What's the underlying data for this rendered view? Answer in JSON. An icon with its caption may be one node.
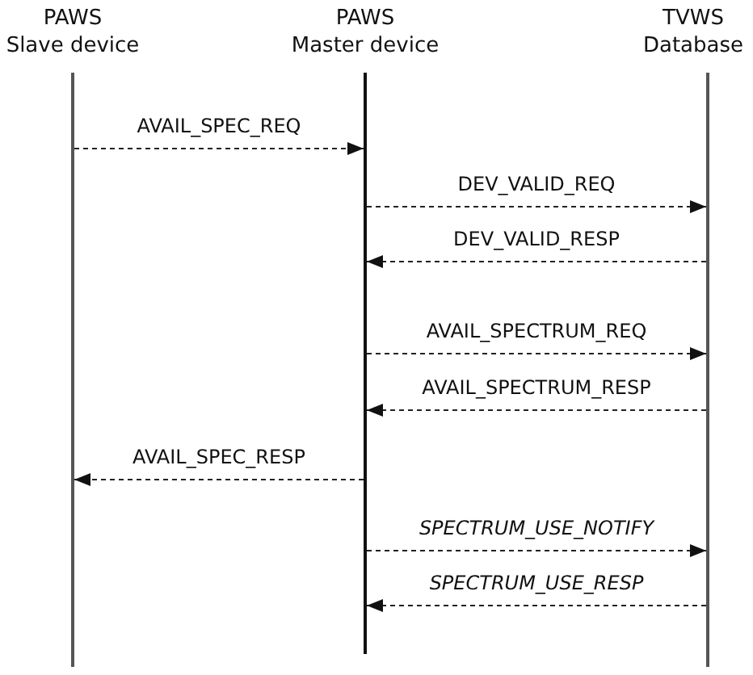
{
  "diagram": {
    "nodes": [
      {
        "text": [
          "PAWS Slave device"
        ]
      },
      {
        "text": [
          "PAWS Master device"
        ]
      },
      {
        "text": [
          "TVWS Database"
        ]
      }
    ],
    "edges": [
      {
        "from": 0,
        "to": 1,
        "arrow": "to",
        "label": "AVAIL_SPEC_REQ",
        "style": "dashed"
      },
      {
        "from": 1,
        "to": 2,
        "arrow": "to",
        "label": "DEV_VALID_REQ",
        "style": "dashed"
      },
      {
        "from": 2,
        "to": 1,
        "arrow": "to",
        "label": "DEV_VALID_RESP",
        "style": "dashed"
      },
      {
        "from": 1,
        "to": 2,
        "arrow": "to",
        "label": "AVAIL_SPECTRUM_REQ",
        "style": "dashed"
      },
      {
        "from": 2,
        "to": 1,
        "arrow": "to",
        "label": "AVAIL_SPECTRUM_RESP",
        "style": "dashed"
      },
      {
        "from": 1,
        "to": 0,
        "arrow": "to",
        "label": "AVAIL_SPEC_RESP",
        "style": "dashed"
      },
      {
        "from": 1,
        "to": 2,
        "arrow": "to",
        "label": "SPECTRUM_USE_NOTIFY",
        "style": "dashed"
      },
      {
        "from": 2,
        "to": 1,
        "arrow": "to",
        "label": "SPECTRUM_USE_RESP",
        "style": "dashed"
      }
    ]
  }
}
